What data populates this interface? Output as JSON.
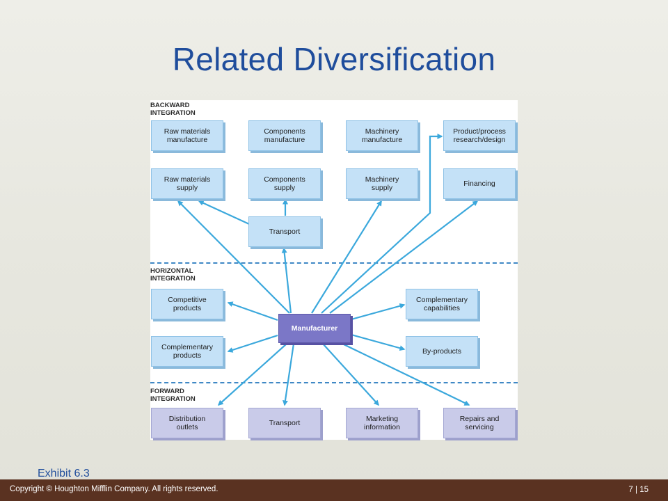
{
  "slide": {
    "title": "Related Diversification",
    "exhibit": "Exhibit 6.3",
    "copyright": "Copyright © Houghton Mifflin Company.  All rights reserved.",
    "page": "7 | 15"
  },
  "diagram": {
    "zones": {
      "backward": "BACKWARD\nINTEGRATION",
      "horizontal": "HORIZONTAL\nINTEGRATION",
      "forward": "FORWARD\nINTEGRATION"
    },
    "center": "Manufacturer",
    "backward_row1": [
      "Raw materials\nmanufacture",
      "Components\nmanufacture",
      "Machinery\nmanufacture",
      "Product/process\nresearch/design"
    ],
    "backward_row2": [
      "Raw materials\nsupply",
      "Components\nsupply",
      "Machinery\nsupply",
      "Financing"
    ],
    "transport_backward": "Transport",
    "horizontal_left": [
      "Competitive\nproducts",
      "Complementary\nproducts"
    ],
    "horizontal_right": [
      "Complementary\ncapabilities",
      "By-products"
    ],
    "forward": [
      "Distribution\noutlets",
      "Transport",
      "Marketing\ninformation",
      "Repairs and\nservicing"
    ],
    "colors": {
      "arrow": "#3ba8dc",
      "dashed_line": "#3f88c5",
      "box_blue": "#c4e1f7",
      "box_purple": "#c9cbe9",
      "center": "#7b77c7",
      "title": "#1f4d9c",
      "footer": "#5a3221"
    }
  }
}
